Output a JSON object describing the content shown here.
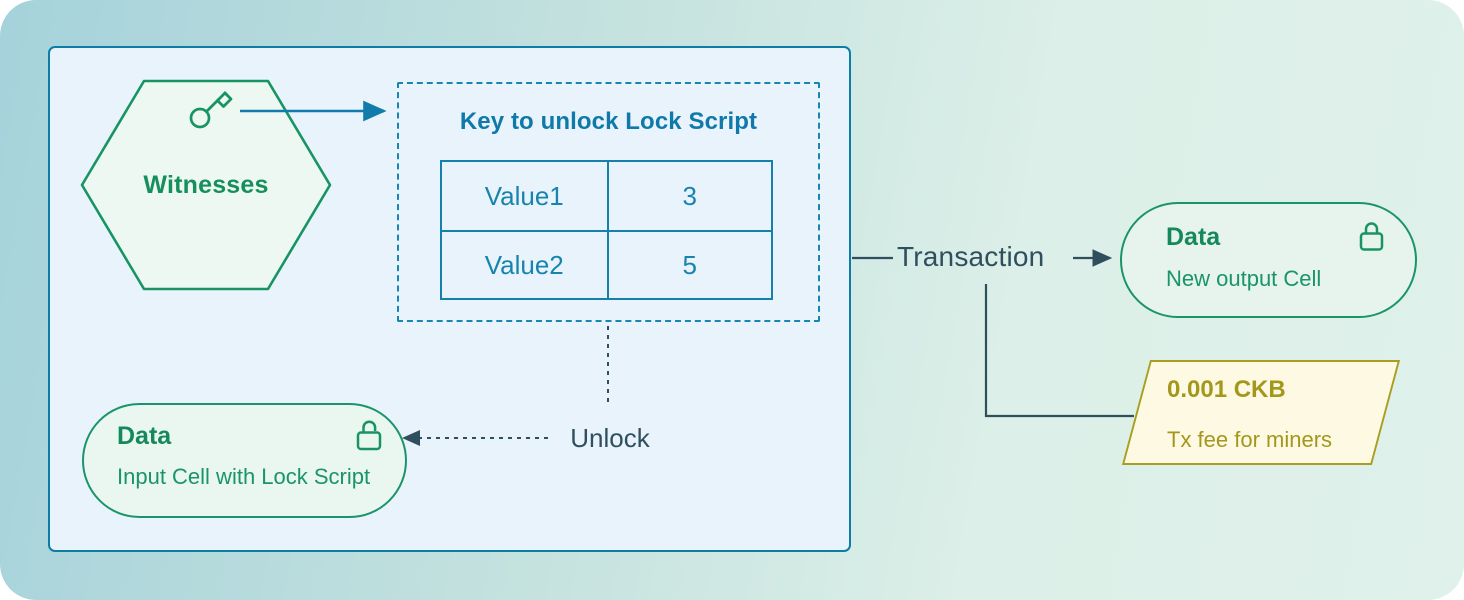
{
  "diagram": {
    "witnesses": {
      "label": "Witnesses"
    },
    "key_box": {
      "title": "Key to unlock Lock Script",
      "table": {
        "rows": [
          [
            "Value1",
            "3"
          ],
          [
            "Value2",
            "5"
          ]
        ]
      }
    },
    "input_cell": {
      "title": "Data",
      "subtitle": "Input Cell with Lock Script"
    },
    "unlock_label": "Unlock",
    "transaction_label": "Transaction",
    "output_cell": {
      "title": "Data",
      "subtitle": "New output Cell"
    },
    "fee": {
      "amount": "0.001 CKB",
      "note": "Tx fee for miners"
    },
    "icons": {
      "key": "key-icon",
      "input_lock": "unlocked-padlock-icon",
      "output_lock": "locked-padlock-icon"
    },
    "colors": {
      "blue_border": "#0d7ca6",
      "blue_arrow": "#117bab",
      "blue_text": "#0f7aa9",
      "green_stroke": "#1a9468",
      "green_text": "#168f5c",
      "slate_line_text": "#2f4f5e",
      "olive_stroke": "#aa9e22",
      "olive_text": "#a3981c",
      "bigbox_fill": "#e8f3fc",
      "hex_fill": "#edf8f2",
      "input_pill_fill": "#eaf7f1",
      "output_pill_fill": "#e6f4ed",
      "fee_fill": "#fdf9e3",
      "background_gradient": [
        "#a5d2db",
        "#dff1ea"
      ]
    }
  }
}
